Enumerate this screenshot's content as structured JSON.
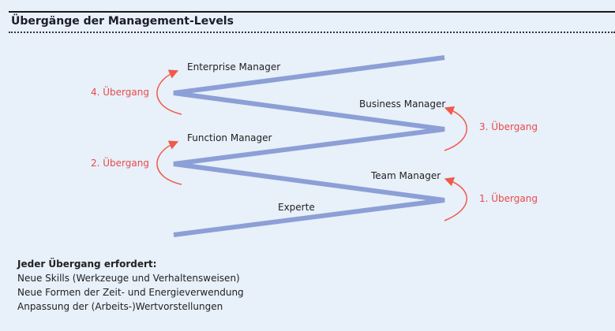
{
  "title": "Übergänge der Management-Levels",
  "levels": [
    "Experte",
    "Team Manager",
    "Function Manager",
    "Business Manager",
    "Enterprise Manager"
  ],
  "transitions": [
    "1. Übergang",
    "2. Übergang",
    "3. Übergang",
    "4. Übergang"
  ],
  "notes": {
    "heading": "Jeder Übergang erfordert:",
    "items": [
      "Neue Skills (Werkzeuge und Verhaltensweisen)",
      "Neue Formen der Zeit- und Energieverwendung",
      "Anpassung der (Arbeits-)Wertvorstellungen"
    ]
  },
  "colors": {
    "line": "#8c9fd6",
    "arrow": "#ef5a4a",
    "background": "#e8f0f9"
  }
}
